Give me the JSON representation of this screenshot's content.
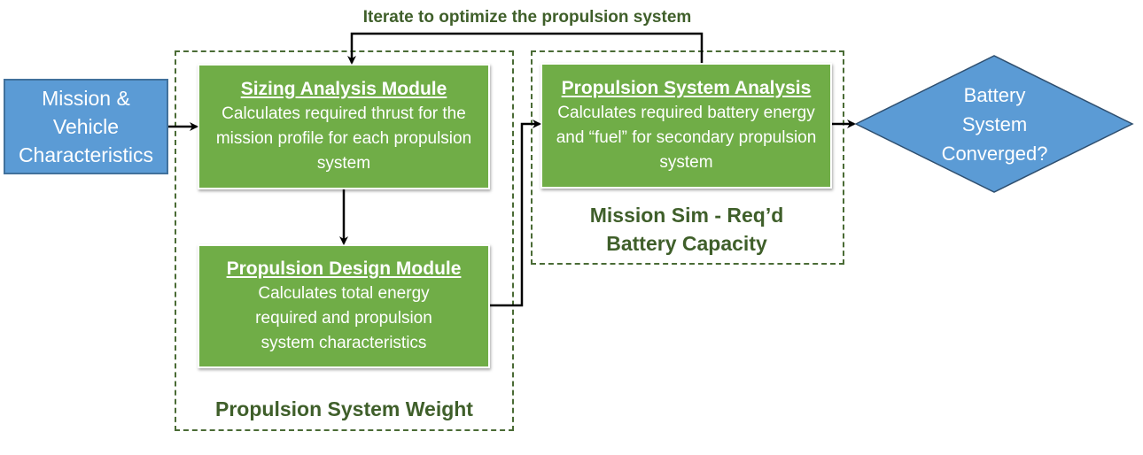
{
  "colors": {
    "process_green": "#70ad47",
    "input_blue": "#5b9bd5",
    "group_label_green": "#3f5f2a",
    "dashed_border": "#4a6b35",
    "arrow": "#000000"
  },
  "loop_label": "Iterate to optimize the propulsion system",
  "input": {
    "label": "Mission & Vehicle Characteristics"
  },
  "groups": [
    {
      "label": "Propulsion System Weight",
      "modules": [
        {
          "title": "Sizing Analysis Module",
          "description": "Calculates required thrust for the mission profile for each propulsion system"
        },
        {
          "title": "Propulsion Design Module",
          "description": "Calculates total energy required and propulsion system characteristics"
        }
      ]
    },
    {
      "label": "Mission Sim - Req’d Battery Capacity",
      "modules": [
        {
          "title": "Propulsion System Analysis",
          "description": "Calculates required battery energy and “fuel” for secondary propulsion system"
        }
      ]
    }
  ],
  "decision": {
    "label": "Battery System Converged?"
  }
}
